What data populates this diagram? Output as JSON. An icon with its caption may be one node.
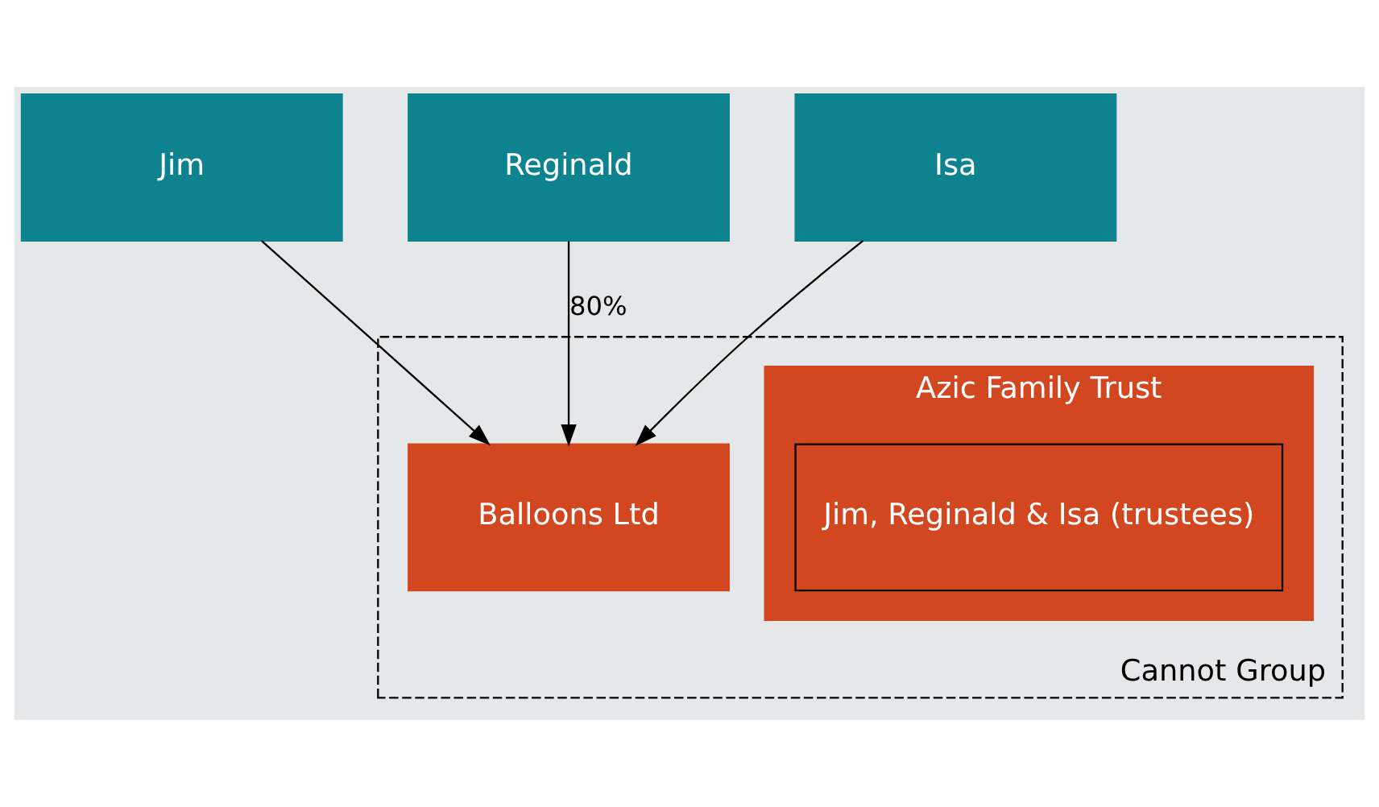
{
  "diagram": {
    "nodes": [
      {
        "text": [
          "Jim"
        ]
      },
      {
        "text": [
          "Reginald"
        ]
      },
      {
        "text": [
          "Isa"
        ]
      },
      {
        "text": [
          "Cannot Group"
        ]
      },
      {
        "text": [
          "Azic Family Trust"
        ],
        "in": 3
      },
      {
        "text": [
          "Jim, Reginald & Isa (trustees)"
        ],
        "in": 4
      },
      {
        "text": [
          "Balloons Ltd"
        ],
        "in": 3
      }
    ],
    "edges": [
      {
        "from": 0,
        "to": 6,
        "arrow": "to"
      },
      {
        "from": 1,
        "to": 6,
        "arrow": "to",
        "label": "80%"
      },
      {
        "from": 2,
        "to": 6,
        "arrow": "to"
      }
    ]
  }
}
